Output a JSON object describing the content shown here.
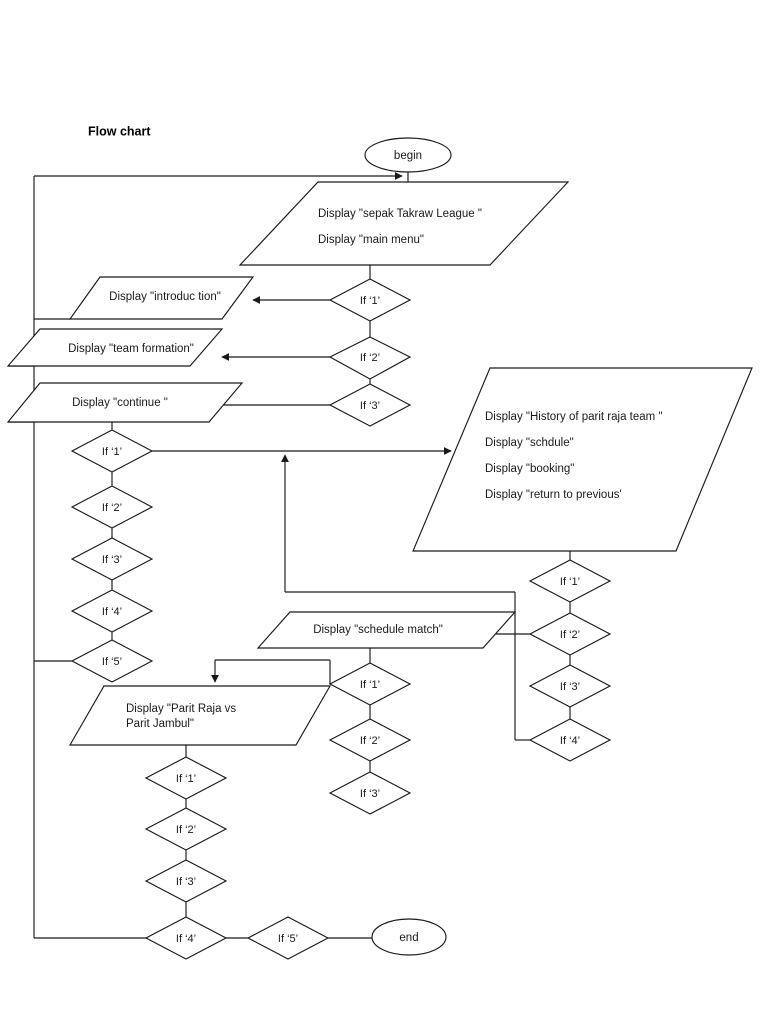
{
  "page": {
    "title": "Flow chart",
    "background_color": "#ffffff",
    "line_color": "#1a1a1a",
    "text_color": "#1a1a1a"
  },
  "terminators": {
    "begin": "begin",
    "end": "end"
  },
  "io_blocks": {
    "main_menu": {
      "line1": "Display \"sepak Takraw League \"",
      "line2": "Display  \"main menu\""
    },
    "introduction": "Display \"introduc tion\"",
    "team_formation": "Display \"team formation\"",
    "continue": "Display \"continue \"",
    "history": {
      "line1": "Display \"History of parit raja team \"",
      "line2": "Display  \"schdule\"",
      "line3": "Display \"booking\"",
      "line4": "Display \"return to previous'"
    },
    "schedule_match": "Display \"schedule match\"",
    "parit_raja": {
      "line1": "Display \"Parit Raja vs",
      "line2": "Parit Jambul\""
    }
  },
  "decisions": {
    "menu_col": [
      {
        "id": "menu-if-1",
        "label": "If  ‘1’"
      },
      {
        "id": "menu-if-2",
        "label": "If  ‘2’"
      },
      {
        "id": "menu-if-3",
        "label": "If  ‘3’"
      }
    ],
    "continue_col": [
      {
        "id": "cont-if-1",
        "label": "If  ‘1’"
      },
      {
        "id": "cont-if-2",
        "label": "If  ‘2’"
      },
      {
        "id": "cont-if-3",
        "label": "If  ‘3’"
      },
      {
        "id": "cont-if-4",
        "label": "If  ‘4’"
      },
      {
        "id": "cont-if-5",
        "label": "If  ‘5’"
      }
    ],
    "history_col": [
      {
        "id": "hist-if-1",
        "label": "If  ‘1’"
      },
      {
        "id": "hist-if-2",
        "label": "If  ‘2’"
      },
      {
        "id": "hist-if-3",
        "label": "If  ‘3’"
      },
      {
        "id": "hist-if-4",
        "label": "If  ‘4’"
      }
    ],
    "schedule_col": [
      {
        "id": "sched-if-1",
        "label": "If  ‘1’"
      },
      {
        "id": "sched-if-2",
        "label": "If  ‘2’"
      },
      {
        "id": "sched-if-3",
        "label": "If  ‘3’"
      }
    ],
    "match_col": [
      {
        "id": "match-if-1",
        "label": "If  ‘1’"
      },
      {
        "id": "match-if-2",
        "label": "If  ‘2’"
      },
      {
        "id": "match-if-3",
        "label": "If  ‘3’"
      },
      {
        "id": "match-if-4",
        "label": "If  ‘4’"
      },
      {
        "id": "match-if-5",
        "label": "If  ‘5’"
      }
    ]
  }
}
